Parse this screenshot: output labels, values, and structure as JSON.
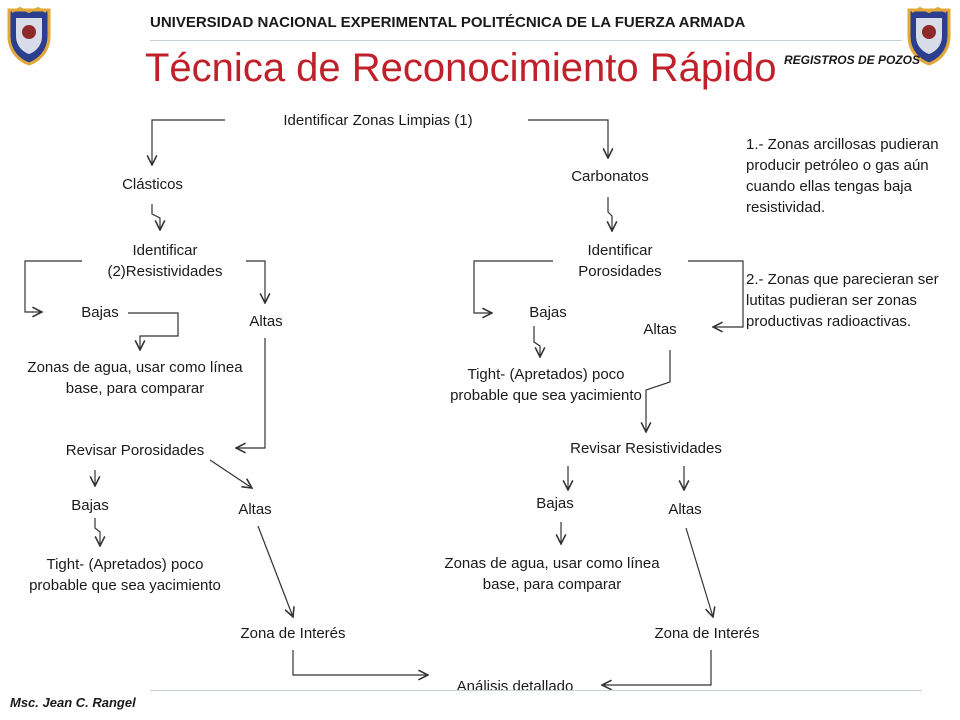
{
  "header": {
    "university": "UNIVERSIDAD NACIONAL EXPERIMENTAL POLITÉCNICA DE LA FUERZA ARMADA",
    "subtitle": "REGISTROS DE POZOS",
    "title": "Técnica de Reconocimiento Rápido"
  },
  "logos": [
    "university-crest-left",
    "university-crest-right"
  ],
  "diagram": {
    "root": "Identificar Zonas Limpias (1)",
    "clasticos": "Clásticos",
    "carbonatos": "Carbonatos",
    "identificar_resistividades": "Identificar (2)Resistividades",
    "identificar_porosidades": "Identificar Porosidades",
    "left_bajas": "Bajas",
    "left_altas": "Altas",
    "zonas_agua_left": "Zonas de agua, usar como línea base, para comparar",
    "revisar_porosidades": "Revisar Porosidades",
    "left2_bajas": "Bajas",
    "left2_altas": "Altas",
    "tight_left": "Tight- (Apretados) poco probable que sea yacimiento",
    "zona_interes_left": "Zona de Interés",
    "right_bajas": "Bajas",
    "right_altas": "Altas",
    "tight_right": "Tight- (Apretados) poco probable que sea yacimiento",
    "revisar_resistividades": "Revisar Resistividades",
    "right2_bajas": "Bajas",
    "right2_altas": "Altas",
    "zonas_agua_right": "Zonas de agua, usar como línea base, para comparar",
    "zona_interes_right": "Zona de Interés",
    "analisis": "Análisis detallado"
  },
  "notes": {
    "note1": "1.- Zonas arcillosas pudieran producir petróleo o gas aún cuando ellas tengas baja resistividad.",
    "note2": "2.- Zonas que parecieran ser lutitas pudieran ser zonas productivas radioactivas."
  },
  "footer": {
    "author": "Msc. Jean C. Rangel"
  },
  "colors": {
    "title": "#c0202a",
    "crest_blue": "#2c3f8f",
    "crest_gold": "#e0a93a"
  }
}
